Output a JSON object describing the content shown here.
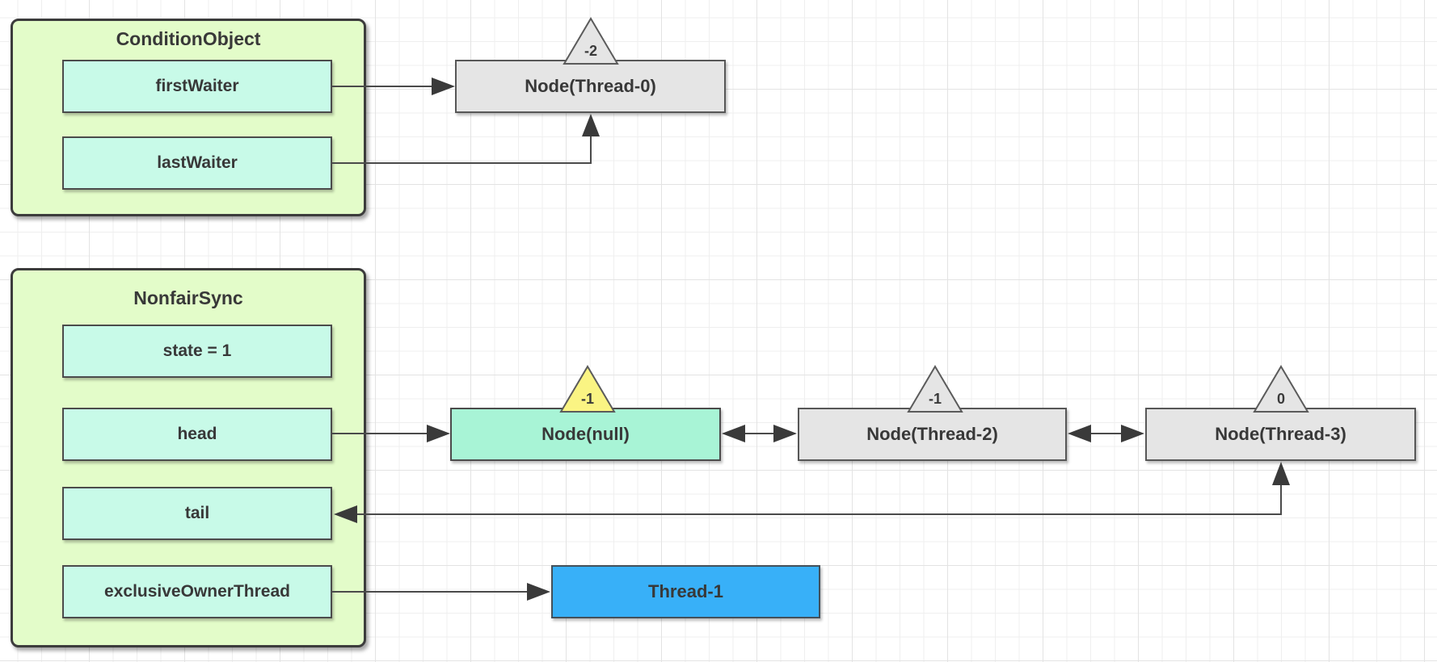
{
  "colors": {
    "canvas-bg": "#ffffff",
    "grid-minor": "#efefef",
    "grid-major": "#e3e3e3",
    "container-fill": "#e3fcc9",
    "field-fill": "#c8fae8",
    "node-gray-fill": "#e5e5e5",
    "node-mint-fill": "#a8f4d6",
    "triangle-yellow-fill": "#faf483",
    "thread-fill": "#38b0f8",
    "stroke-dark": "#3c3c3c",
    "arrow-color": "#4a4a4a",
    "text-color": "#383838"
  },
  "condition_object": {
    "title": "ConditionObject",
    "fields": [
      {
        "label": "firstWaiter"
      },
      {
        "label": "lastWaiter"
      }
    ]
  },
  "nonfair_sync": {
    "title": "NonfairSync",
    "fields": [
      {
        "label": "state = 1"
      },
      {
        "label": "head"
      },
      {
        "label": "tail"
      },
      {
        "label": "exclusiveOwnerThread"
      }
    ]
  },
  "nodes": [
    {
      "label": "Node(Thread-0)",
      "wait_status": "-2",
      "variant": "gray",
      "triangle": "gray"
    },
    {
      "label": "Node(null)",
      "wait_status": "-1",
      "variant": "mint",
      "triangle": "yellow"
    },
    {
      "label": "Node(Thread-2)",
      "wait_status": "-1",
      "variant": "gray",
      "triangle": "gray"
    },
    {
      "label": "Node(Thread-3)",
      "wait_status": "0",
      "variant": "gray",
      "triangle": "gray"
    }
  ],
  "thread": {
    "label": "Thread-1"
  },
  "edges": [
    {
      "from": "firstWaiter",
      "to": "Node(Thread-0)",
      "arrows": "single"
    },
    {
      "from": "lastWaiter",
      "to": "Node(Thread-0)",
      "arrows": "single"
    },
    {
      "from": "head",
      "to": "Node(null)",
      "arrows": "single"
    },
    {
      "from": "Node(null)",
      "to": "Node(Thread-2)",
      "arrows": "double"
    },
    {
      "from": "Node(Thread-2)",
      "to": "Node(Thread-3)",
      "arrows": "double"
    },
    {
      "from": "Node(Thread-3)",
      "to": "tail",
      "arrows": "double"
    },
    {
      "from": "exclusiveOwnerThread",
      "to": "Thread-1",
      "arrows": "single"
    }
  ]
}
